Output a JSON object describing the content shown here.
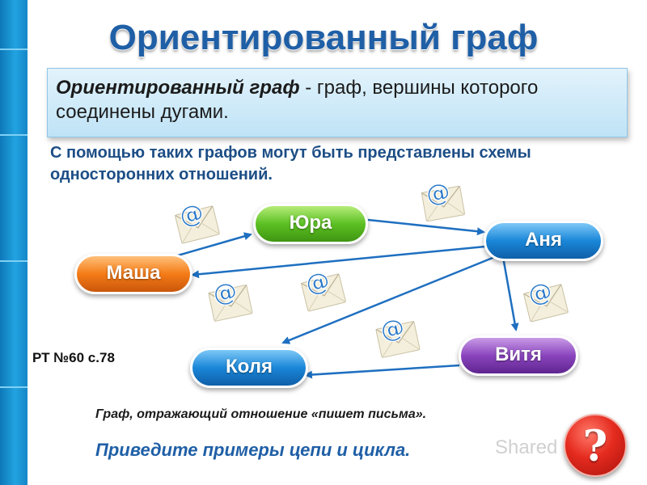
{
  "title": "Ориентированный граф",
  "definition": {
    "term": "Ориентированный граф",
    "text": " - граф, вершины которого соединены дугами."
  },
  "subtitle": "С помощью таких графов могут быть представлены схемы односторонних отношений.",
  "reference": "РТ №60 с.78",
  "nodes": {
    "yura": "Юра",
    "anya": "Аня",
    "masha": "Маша",
    "kolya": "Коля",
    "vitya": "Витя"
  },
  "caption": "Граф, отражающий отношение «пишет письма».",
  "question": "Приведите примеры цепи и цикла.",
  "watermark": "Shared",
  "question_button": "?",
  "colors": {
    "title": "#1f5fa6",
    "arrow": "#1e6fc0",
    "node_green": "#5cc023",
    "node_blue": "#1a86d8",
    "node_orange": "#f47b17",
    "node_purple": "#8a44bd",
    "question_button": "#e52b1f"
  },
  "icons": [
    "email-envelope-icon",
    "question-icon",
    "slideshare-logo-icon"
  ]
}
